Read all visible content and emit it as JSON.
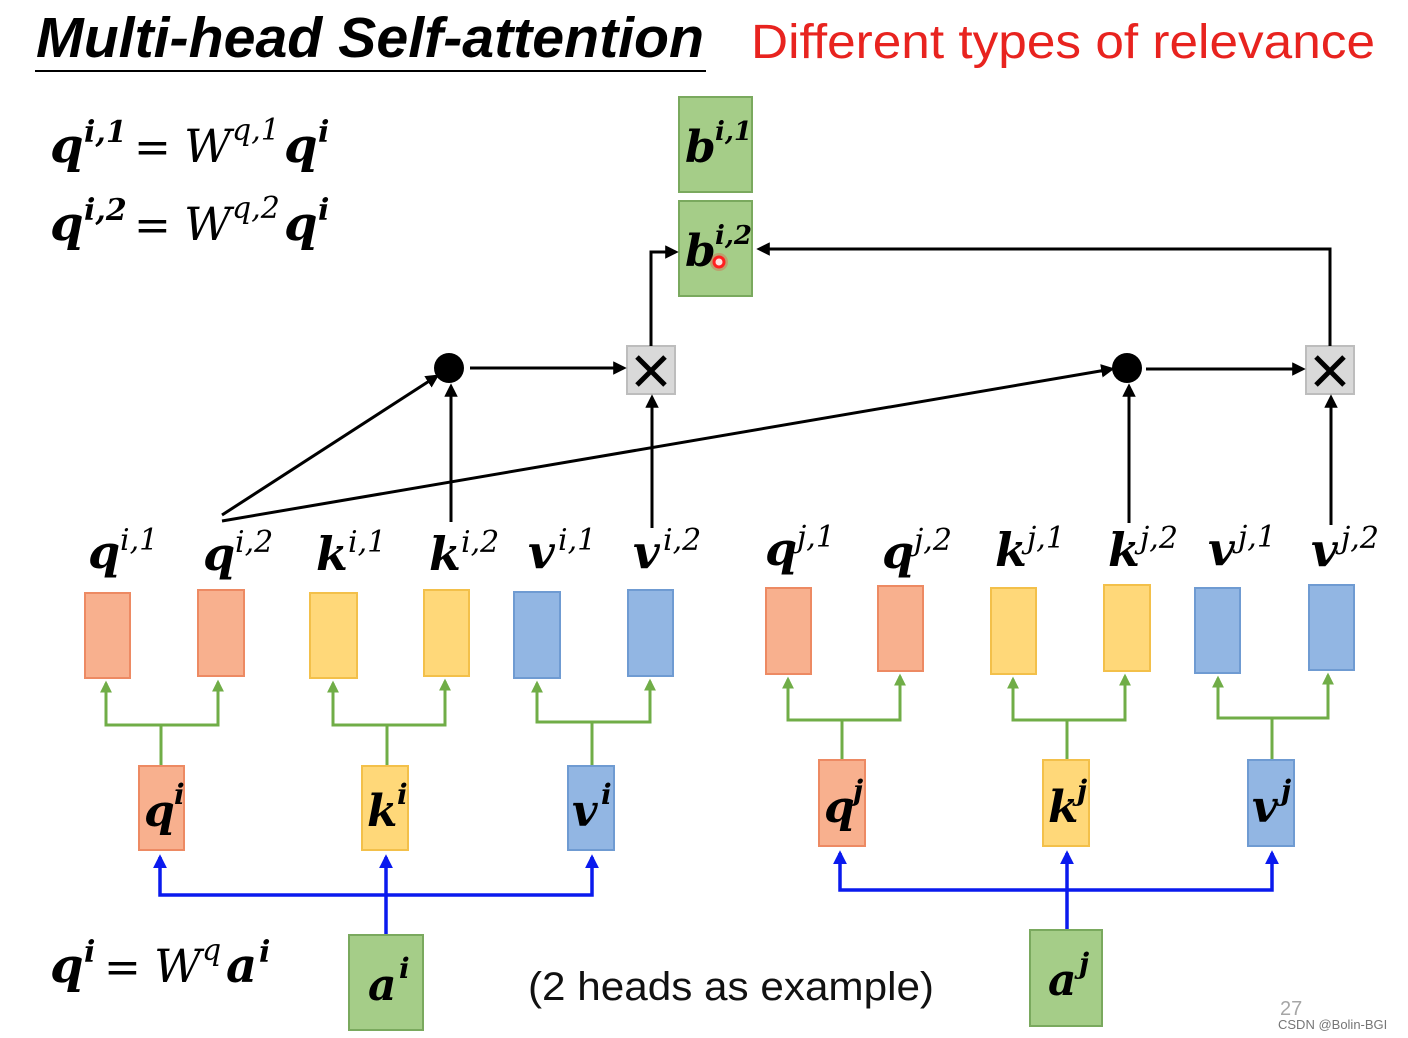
{
  "slide": {
    "title": "Multi-head Self-attention",
    "subtitle": "Different types of relevance",
    "caption": "(2 heads as example)",
    "page_number": "27",
    "watermark": "CSDN @Bolin-BGI"
  },
  "equations": [
    {
      "lhs": {
        "base": "q",
        "sup": "i,1"
      },
      "op": "=",
      "weight": {
        "base": "W",
        "sup": "q,1"
      },
      "rhs": {
        "base": "q",
        "sup": "i"
      }
    },
    {
      "lhs": {
        "base": "q",
        "sup": "i,2"
      },
      "op": "=",
      "weight": {
        "base": "W",
        "sup": "q,2"
      },
      "rhs": {
        "base": "q",
        "sup": "i"
      }
    },
    {
      "lhs": {
        "base": "q",
        "sup": "i"
      },
      "op": "=",
      "weight": {
        "base": "W",
        "sup": "q"
      },
      "rhs": {
        "base": "a",
        "sup": "i"
      }
    }
  ],
  "outputs": [
    {
      "base": "b",
      "sup": "i,1"
    },
    {
      "base": "b",
      "sup": "i,2"
    }
  ],
  "head_vectors": [
    {
      "base": "q",
      "sup": "i,1"
    },
    {
      "base": "q",
      "sup": "i,2"
    },
    {
      "base": "k",
      "sup": "i,1"
    },
    {
      "base": "k",
      "sup": "i,2"
    },
    {
      "base": "v",
      "sup": "i,1"
    },
    {
      "base": "v",
      "sup": "i,2"
    },
    {
      "base": "q",
      "sup": "j,1"
    },
    {
      "base": "q",
      "sup": "j,2"
    },
    {
      "base": "k",
      "sup": "j,1"
    },
    {
      "base": "k",
      "sup": "j,2"
    },
    {
      "base": "v",
      "sup": "j,1"
    },
    {
      "base": "v",
      "sup": "j,2"
    }
  ],
  "vectors": [
    {
      "base": "q",
      "sup": "i"
    },
    {
      "base": "k",
      "sup": "i"
    },
    {
      "base": "v",
      "sup": "i"
    },
    {
      "base": "q",
      "sup": "j"
    },
    {
      "base": "k",
      "sup": "j"
    },
    {
      "base": "v",
      "sup": "j"
    }
  ],
  "inputs": [
    {
      "base": "a",
      "sup": "i"
    },
    {
      "base": "a",
      "sup": "j"
    }
  ],
  "icons": {
    "dot_product": "dot-product-icon",
    "multiply": "multiply-icon",
    "pointer": "laser-pointer-icon"
  },
  "colors": {
    "title": "#000000",
    "subtitle": "#e8231f",
    "query": "#f8b08e",
    "query_border": "#ed8a63",
    "key": "#ffd879",
    "key_border": "#f3c04a",
    "value": "#92b6e3",
    "value_border": "#6f9bd2",
    "io": "#a5cd88",
    "io_border": "#7aa95e",
    "branch_line": "#70ad47",
    "input_line": "#0a1aee",
    "operator_box": "#d9d9d9",
    "operator_border": "#bdbdbd",
    "pointer": "#ff2020"
  }
}
